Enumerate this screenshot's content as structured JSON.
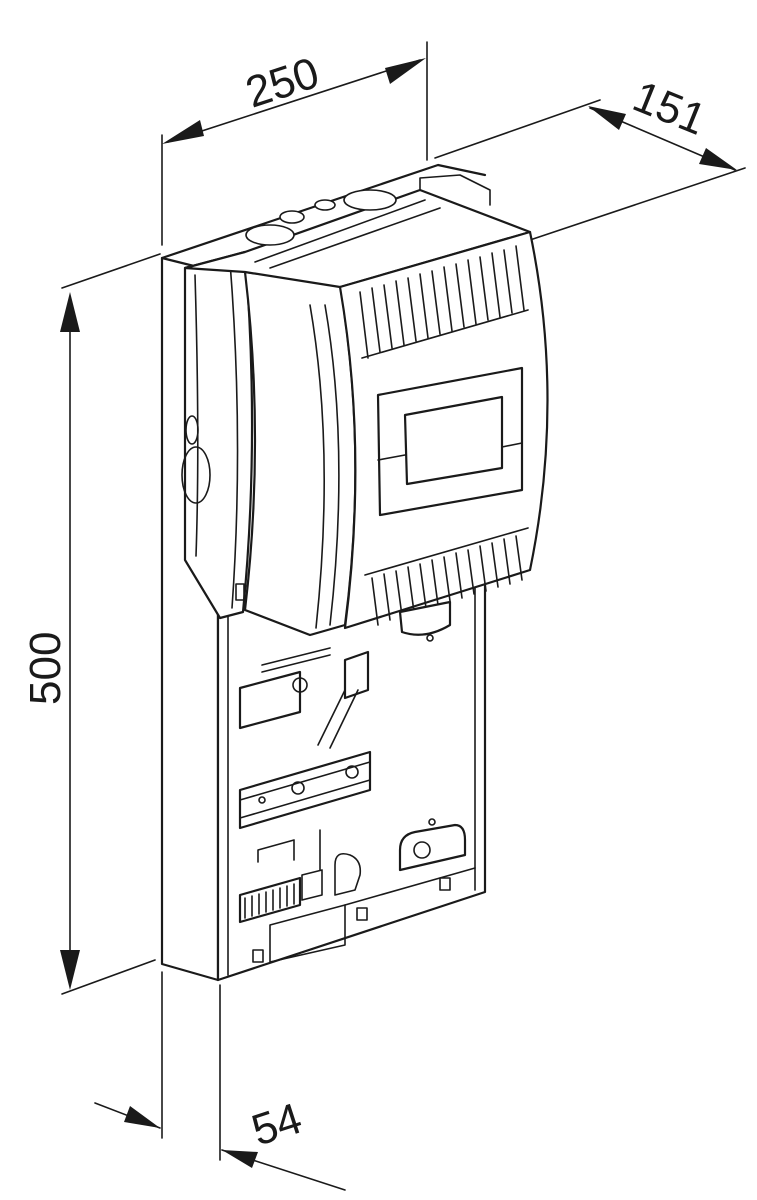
{
  "dimensions": {
    "width_label": "250",
    "depth_label": "151",
    "height_label": "500",
    "base_depth_label": "54"
  },
  "colors": {
    "line": "#1a1a1a",
    "background": "#ffffff"
  }
}
